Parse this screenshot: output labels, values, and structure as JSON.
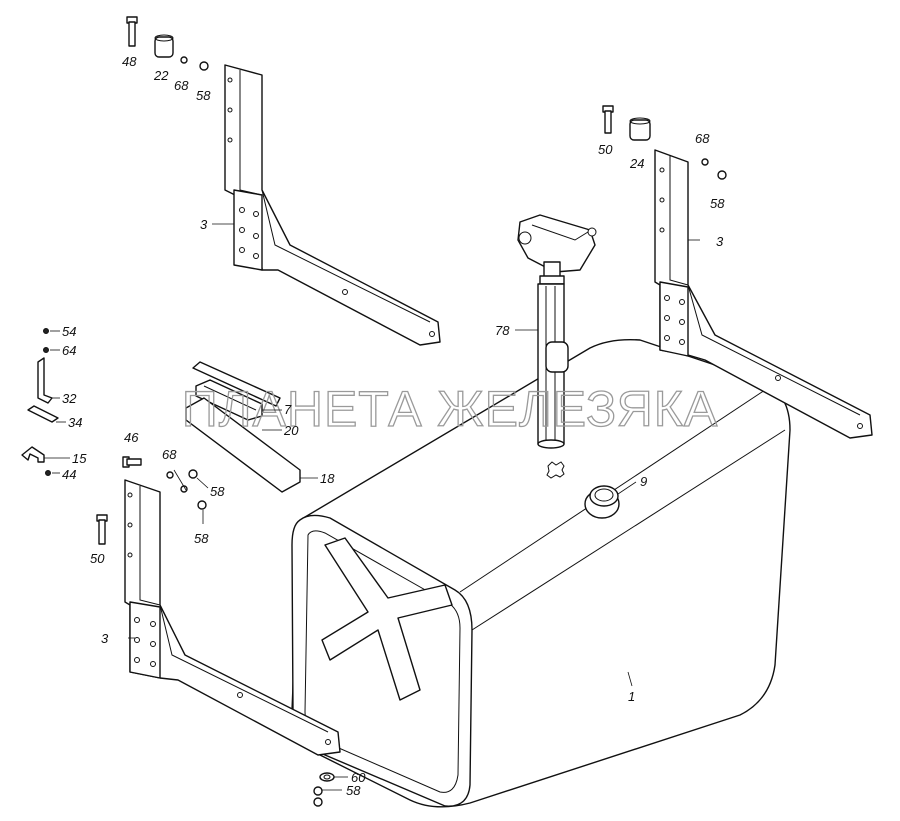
{
  "watermark": "ПЛАНЕТА ЖЕЛЕЗЯКА",
  "labels": {
    "l48": "48",
    "l22": "22",
    "l68a": "68",
    "l58a": "58",
    "l3a": "3",
    "l50a": "50",
    "l24": "24",
    "l68b": "68",
    "l58b": "58",
    "l3b": "3",
    "l78": "78",
    "l54": "54",
    "l64": "64",
    "l32": "32",
    "l34": "34",
    "l15": "15",
    "l44": "44",
    "l7": "7",
    "l20": "20",
    "l18": "18",
    "l46": "46",
    "l68c": "68",
    "l58c": "58",
    "l58d": "58",
    "l50b": "50",
    "l3c": "3",
    "l9": "9",
    "l1": "1",
    "l60": "60",
    "l58e": "58"
  }
}
